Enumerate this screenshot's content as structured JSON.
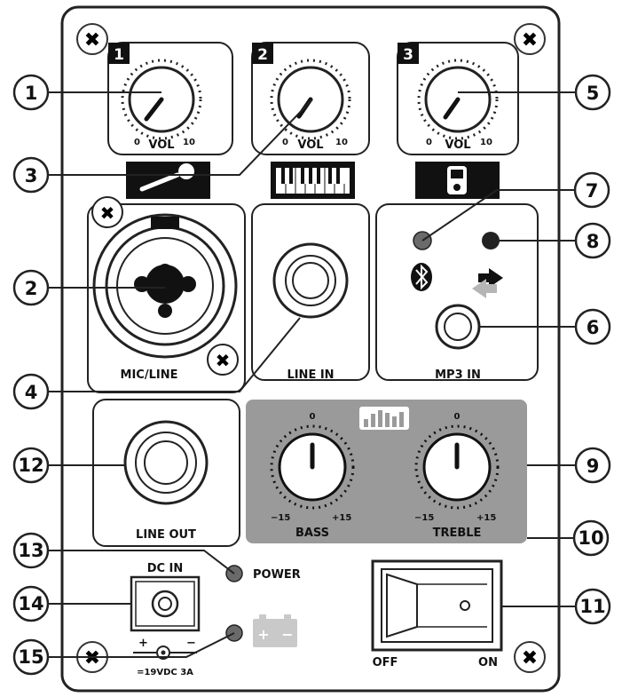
{
  "channels": [
    {
      "number": "1",
      "min": "0",
      "label": "VOL",
      "max": "10"
    },
    {
      "number": "2",
      "min": "0",
      "label": "VOL",
      "max": "10"
    },
    {
      "number": "3",
      "min": "0",
      "label": "VOL",
      "max": "10"
    }
  ],
  "inputs": {
    "mic_line": "MIC/LINE",
    "line_in": "LINE IN",
    "mp3_in": "MP3 IN",
    "line_out": "LINE OUT"
  },
  "eq": {
    "bass": {
      "label": "BASS",
      "zero": "0",
      "min": "−15",
      "max": "+15"
    },
    "treble": {
      "label": "TREBLE",
      "zero": "0",
      "min": "−15",
      "max": "+15"
    },
    "panel_color": "#9a9a9a"
  },
  "power": {
    "dc_in": "DC IN",
    "power_label": "POWER",
    "plus": "+",
    "minus": "−",
    "rating": "=19VDC 3A",
    "off": "OFF",
    "on": "ON"
  },
  "icons": {
    "mic": "microphone-icon",
    "keys": "keyboard-icon",
    "player": "mp3-player-icon",
    "bt": "bluetooth-icon",
    "arrows": "swap-arrows-icon",
    "eq": "equalizer-icon",
    "battery": "battery-icon"
  },
  "callouts": [
    "1",
    "2",
    "3",
    "4",
    "5",
    "6",
    "7",
    "8",
    "9",
    "10",
    "11",
    "12",
    "13",
    "14",
    "15"
  ]
}
